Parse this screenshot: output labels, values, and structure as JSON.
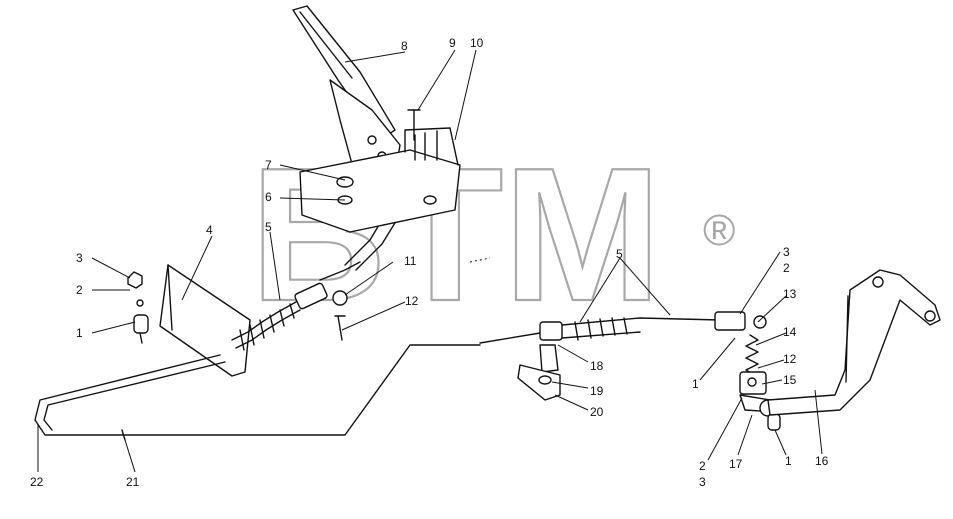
{
  "watermark": {
    "text": "BTM",
    "registered": "®"
  },
  "callouts": {
    "c1": "1",
    "c2": "2",
    "c3": "3",
    "c4": "4",
    "c5": "5",
    "c6": "6",
    "c7": "7",
    "c8": "8",
    "c9": "9",
    "c10": "10",
    "c11": "11",
    "c12": "12",
    "c5b": "5",
    "c3b": "3",
    "c2b": "2",
    "c13": "13",
    "c14": "14",
    "c12b": "12",
    "c15": "15",
    "c1b": "1",
    "c18": "18",
    "c19": "19",
    "c20": "20",
    "c16": "16",
    "c17": "17",
    "c1c": "1",
    "c2c": "2",
    "c3c": "3",
    "c21": "21",
    "c22": "22"
  }
}
